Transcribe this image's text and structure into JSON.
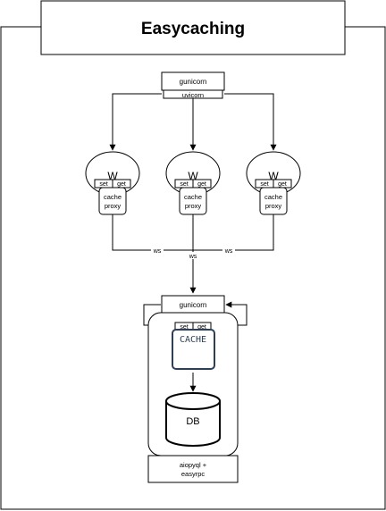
{
  "title": "Easycaching",
  "top_server": {
    "primary": "gunicorn",
    "secondary": "uvicorn"
  },
  "workers": [
    {
      "label": "W",
      "set_label": "set",
      "get_label": "get",
      "proxy_line1": "cache",
      "proxy_line2": "proxy"
    },
    {
      "label": "W",
      "set_label": "set",
      "get_label": "get",
      "proxy_line1": "cache",
      "proxy_line2": "proxy"
    },
    {
      "label": "W",
      "set_label": "set",
      "get_label": "get",
      "proxy_line1": "cache",
      "proxy_line2": "proxy"
    }
  ],
  "connections": {
    "ws_left": "ws",
    "ws_right": "ws",
    "ws_down": "ws"
  },
  "cache_server": {
    "primary": "gunicorn",
    "set_label": "set",
    "get_label": "get",
    "cache_label": "CACHE",
    "db_label": "DB",
    "footer_line1": "aiopyql +",
    "footer_line2": "easyrpc"
  }
}
